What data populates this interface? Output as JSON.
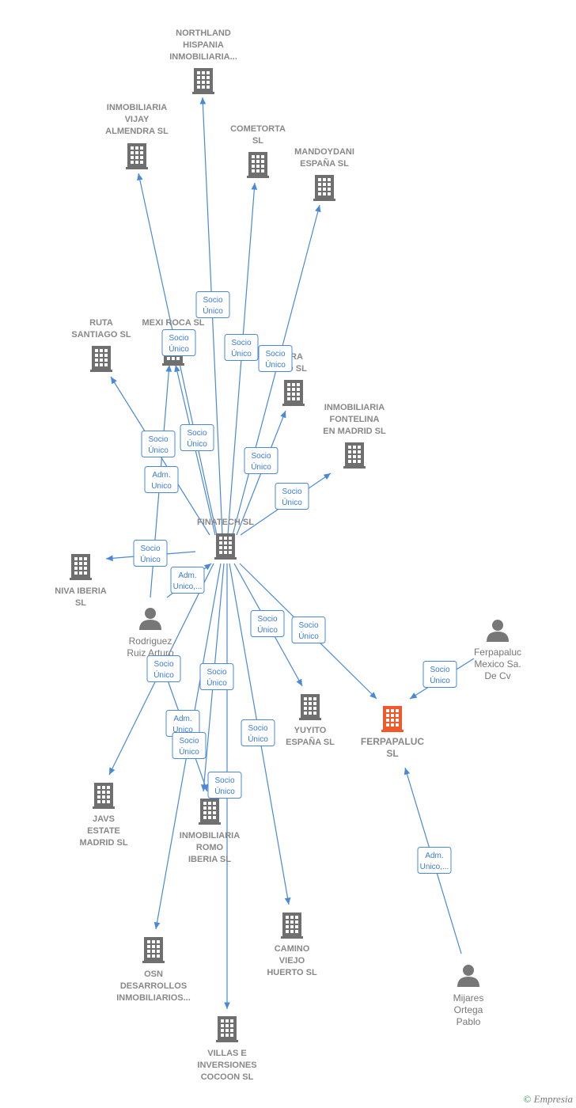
{
  "nodes": [
    {
      "id": "northland",
      "kind": "company",
      "lines": [
        "NORTHLAND",
        "HISPANIA",
        "INMOBILIARIA..."
      ],
      "icon": "building-icon"
    },
    {
      "id": "vijay",
      "kind": "company",
      "lines": [
        "INMOBILIARIA",
        "VIJAY",
        "ALMENDRA  SL"
      ],
      "icon": "building-icon"
    },
    {
      "id": "cometorta",
      "kind": "company",
      "lines": [
        "COMETORTA",
        "SL"
      ],
      "icon": "building-icon"
    },
    {
      "id": "mandoydani",
      "kind": "company",
      "lines": [
        "MANDOYDANI",
        "ESPAÑA  SL"
      ],
      "icon": "building-icon"
    },
    {
      "id": "ruta",
      "kind": "company",
      "lines": [
        "RUTA",
        "SANTIAGO  SL"
      ],
      "icon": "building-icon"
    },
    {
      "id": "mexi",
      "kind": "company",
      "lines": [
        "MEXI ROCA  SL"
      ],
      "icon": "building-icon"
    },
    {
      "id": "ara",
      "kind": "company",
      "lines": [
        "ARA",
        "CO  SL"
      ],
      "icon": "building-icon"
    },
    {
      "id": "fontelina",
      "kind": "company",
      "lines": [
        "INMOBILIARIA",
        "FONTELINA",
        "EN MADRID  SL"
      ],
      "icon": "building-icon"
    },
    {
      "id": "finatech",
      "kind": "company",
      "lines": [
        "FINATECH SL"
      ],
      "icon": "building-icon"
    },
    {
      "id": "niva",
      "kind": "company",
      "lines": [
        "NIVA IBERIA",
        "SL"
      ],
      "icon": "building-icon"
    },
    {
      "id": "rodriguez",
      "kind": "person",
      "lines": [
        "Rodriguez",
        "Ruiz Arturo"
      ],
      "icon": "person-icon"
    },
    {
      "id": "ferpmex",
      "kind": "person",
      "lines": [
        "Ferpapaluc",
        "Mexico Sa.",
        "De Cv"
      ],
      "icon": "person-icon"
    },
    {
      "id": "yuyito",
      "kind": "company",
      "lines": [
        "YUYITO",
        "ESPAÑA  SL"
      ],
      "icon": "building-icon"
    },
    {
      "id": "ferpapaluc",
      "kind": "company-focus",
      "lines": [
        "FERPAPALUC",
        "SL"
      ],
      "icon": "building-icon"
    },
    {
      "id": "javs",
      "kind": "company",
      "lines": [
        "JAVS",
        "ESTATE",
        "MADRID  SL"
      ],
      "icon": "building-icon"
    },
    {
      "id": "romo",
      "kind": "company",
      "lines": [
        "INMOBILIARIA",
        "ROMO",
        "IBERIA  SL"
      ],
      "icon": "building-icon"
    },
    {
      "id": "osn",
      "kind": "company",
      "lines": [
        "OSN",
        "DESARROLLOS",
        "INMOBILIARIOS..."
      ],
      "icon": "building-icon"
    },
    {
      "id": "camino",
      "kind": "company",
      "lines": [
        "CAMINO",
        "VIEJO",
        "HUERTO  SL"
      ],
      "icon": "building-icon"
    },
    {
      "id": "mijares",
      "kind": "person",
      "lines": [
        "Mijares",
        "Ortega",
        "Pablo"
      ],
      "icon": "person-icon"
    },
    {
      "id": "villas",
      "kind": "company",
      "lines": [
        "VILLAS E",
        "INVERSIONES",
        "COCOON  SL"
      ],
      "icon": "building-icon"
    }
  ],
  "edges": [
    {
      "from": "finatech",
      "to": "northland",
      "lines": [
        "Socio",
        "Único"
      ]
    },
    {
      "from": "finatech",
      "to": "vijay",
      "lines": [
        "Socio",
        "Único"
      ]
    },
    {
      "from": "finatech",
      "to": "cometorta",
      "lines": [
        "Socio",
        "Único"
      ]
    },
    {
      "from": "finatech",
      "to": "mandoydani",
      "lines": [
        "Socio",
        "Único"
      ]
    },
    {
      "from": "finatech",
      "to": "ruta",
      "lines": [
        "Socio",
        "Único"
      ]
    },
    {
      "from": "finatech",
      "to": "mexi",
      "lines": [
        "Socio",
        "Único"
      ]
    },
    {
      "from": "rodriguez",
      "to": "mexi",
      "lines": [
        "Adm.",
        "Unico"
      ]
    },
    {
      "from": "finatech",
      "to": "ara",
      "lines": [
        "Socio",
        "Único"
      ]
    },
    {
      "from": "finatech",
      "to": "fontelina",
      "lines": [
        "Socio",
        "Único"
      ]
    },
    {
      "from": "finatech",
      "to": "niva",
      "lines": [
        "Socio",
        "Único"
      ]
    },
    {
      "from": "rodriguez",
      "to": "finatech",
      "lines": [
        "Adm.",
        "Unico,..."
      ]
    },
    {
      "from": "finatech",
      "to": "yuyito",
      "lines": [
        "Socio",
        "Único"
      ]
    },
    {
      "from": "finatech",
      "to": "ferpapaluc",
      "lines": [
        "Socio",
        "Único"
      ]
    },
    {
      "from": "ferpmex",
      "to": "ferpapaluc",
      "lines": [
        "Socio",
        "Único"
      ]
    },
    {
      "from": "finatech",
      "to": "javs",
      "lines": [
        "Socio",
        "Único"
      ]
    },
    {
      "from": "finatech",
      "to": "romo",
      "lines": [
        "Socio",
        "Único"
      ]
    },
    {
      "from": "rodriguez",
      "to": "romo",
      "lines": [
        "Adm.",
        "Unico"
      ]
    },
    {
      "from": "finatech",
      "to": "osn",
      "lines": [
        "Socio",
        "Único"
      ]
    },
    {
      "from": "finatech",
      "to": "camino",
      "lines": [
        "Socio",
        "Único"
      ]
    },
    {
      "from": "finatech",
      "to": "villas",
      "lines": [
        "Socio",
        "Único"
      ]
    },
    {
      "from": "mijares",
      "to": "ferpapaluc",
      "lines": [
        "Adm.",
        "Unico,..."
      ]
    }
  ],
  "colors": {
    "edge": "#4a88d8",
    "building": "#6f6f6f",
    "focus": "#f0592b",
    "person": "#777777"
  },
  "credit": {
    "symbol": "©",
    "brand_initial": "E",
    "brand_rest": "mpresia"
  }
}
